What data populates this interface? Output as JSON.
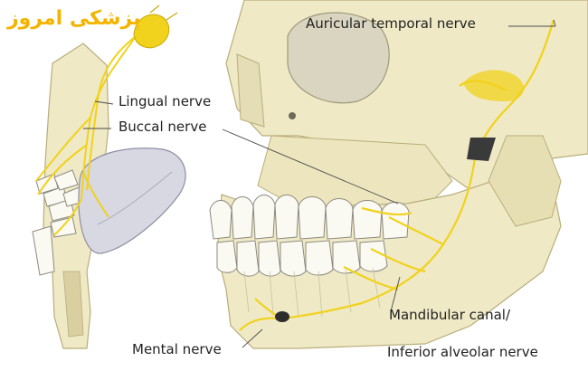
{
  "logo": {
    "text": "پزشکی امروز",
    "color": "#f3b400"
  },
  "labels": {
    "auricular_temporal": "Auricular temporal nerve",
    "lingual": "Lingual nerve",
    "buccal": "Buccal nerve",
    "mental": "Mental nerve",
    "mandibular_canal_line1": "Mandibular canal/",
    "mandibular_canal_line2": "Inferior alveolar nerve"
  },
  "colors": {
    "bone": "#efe9c6",
    "bone_shade": "#d9cfa0",
    "nerve": "#f1d21c",
    "tongue": "#d7d8e2",
    "line": "#4a4a4a"
  }
}
